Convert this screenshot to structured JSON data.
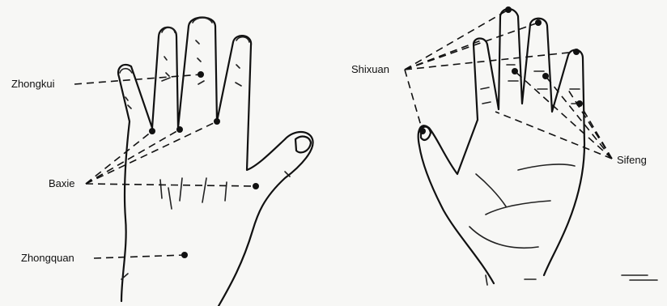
{
  "labels": {
    "zhongkui": "Zhongkui",
    "baxie": "Baxie",
    "zhongquan": "Zhongquan",
    "shixuan": "Shixuan",
    "sifeng": "Sifeng"
  }
}
